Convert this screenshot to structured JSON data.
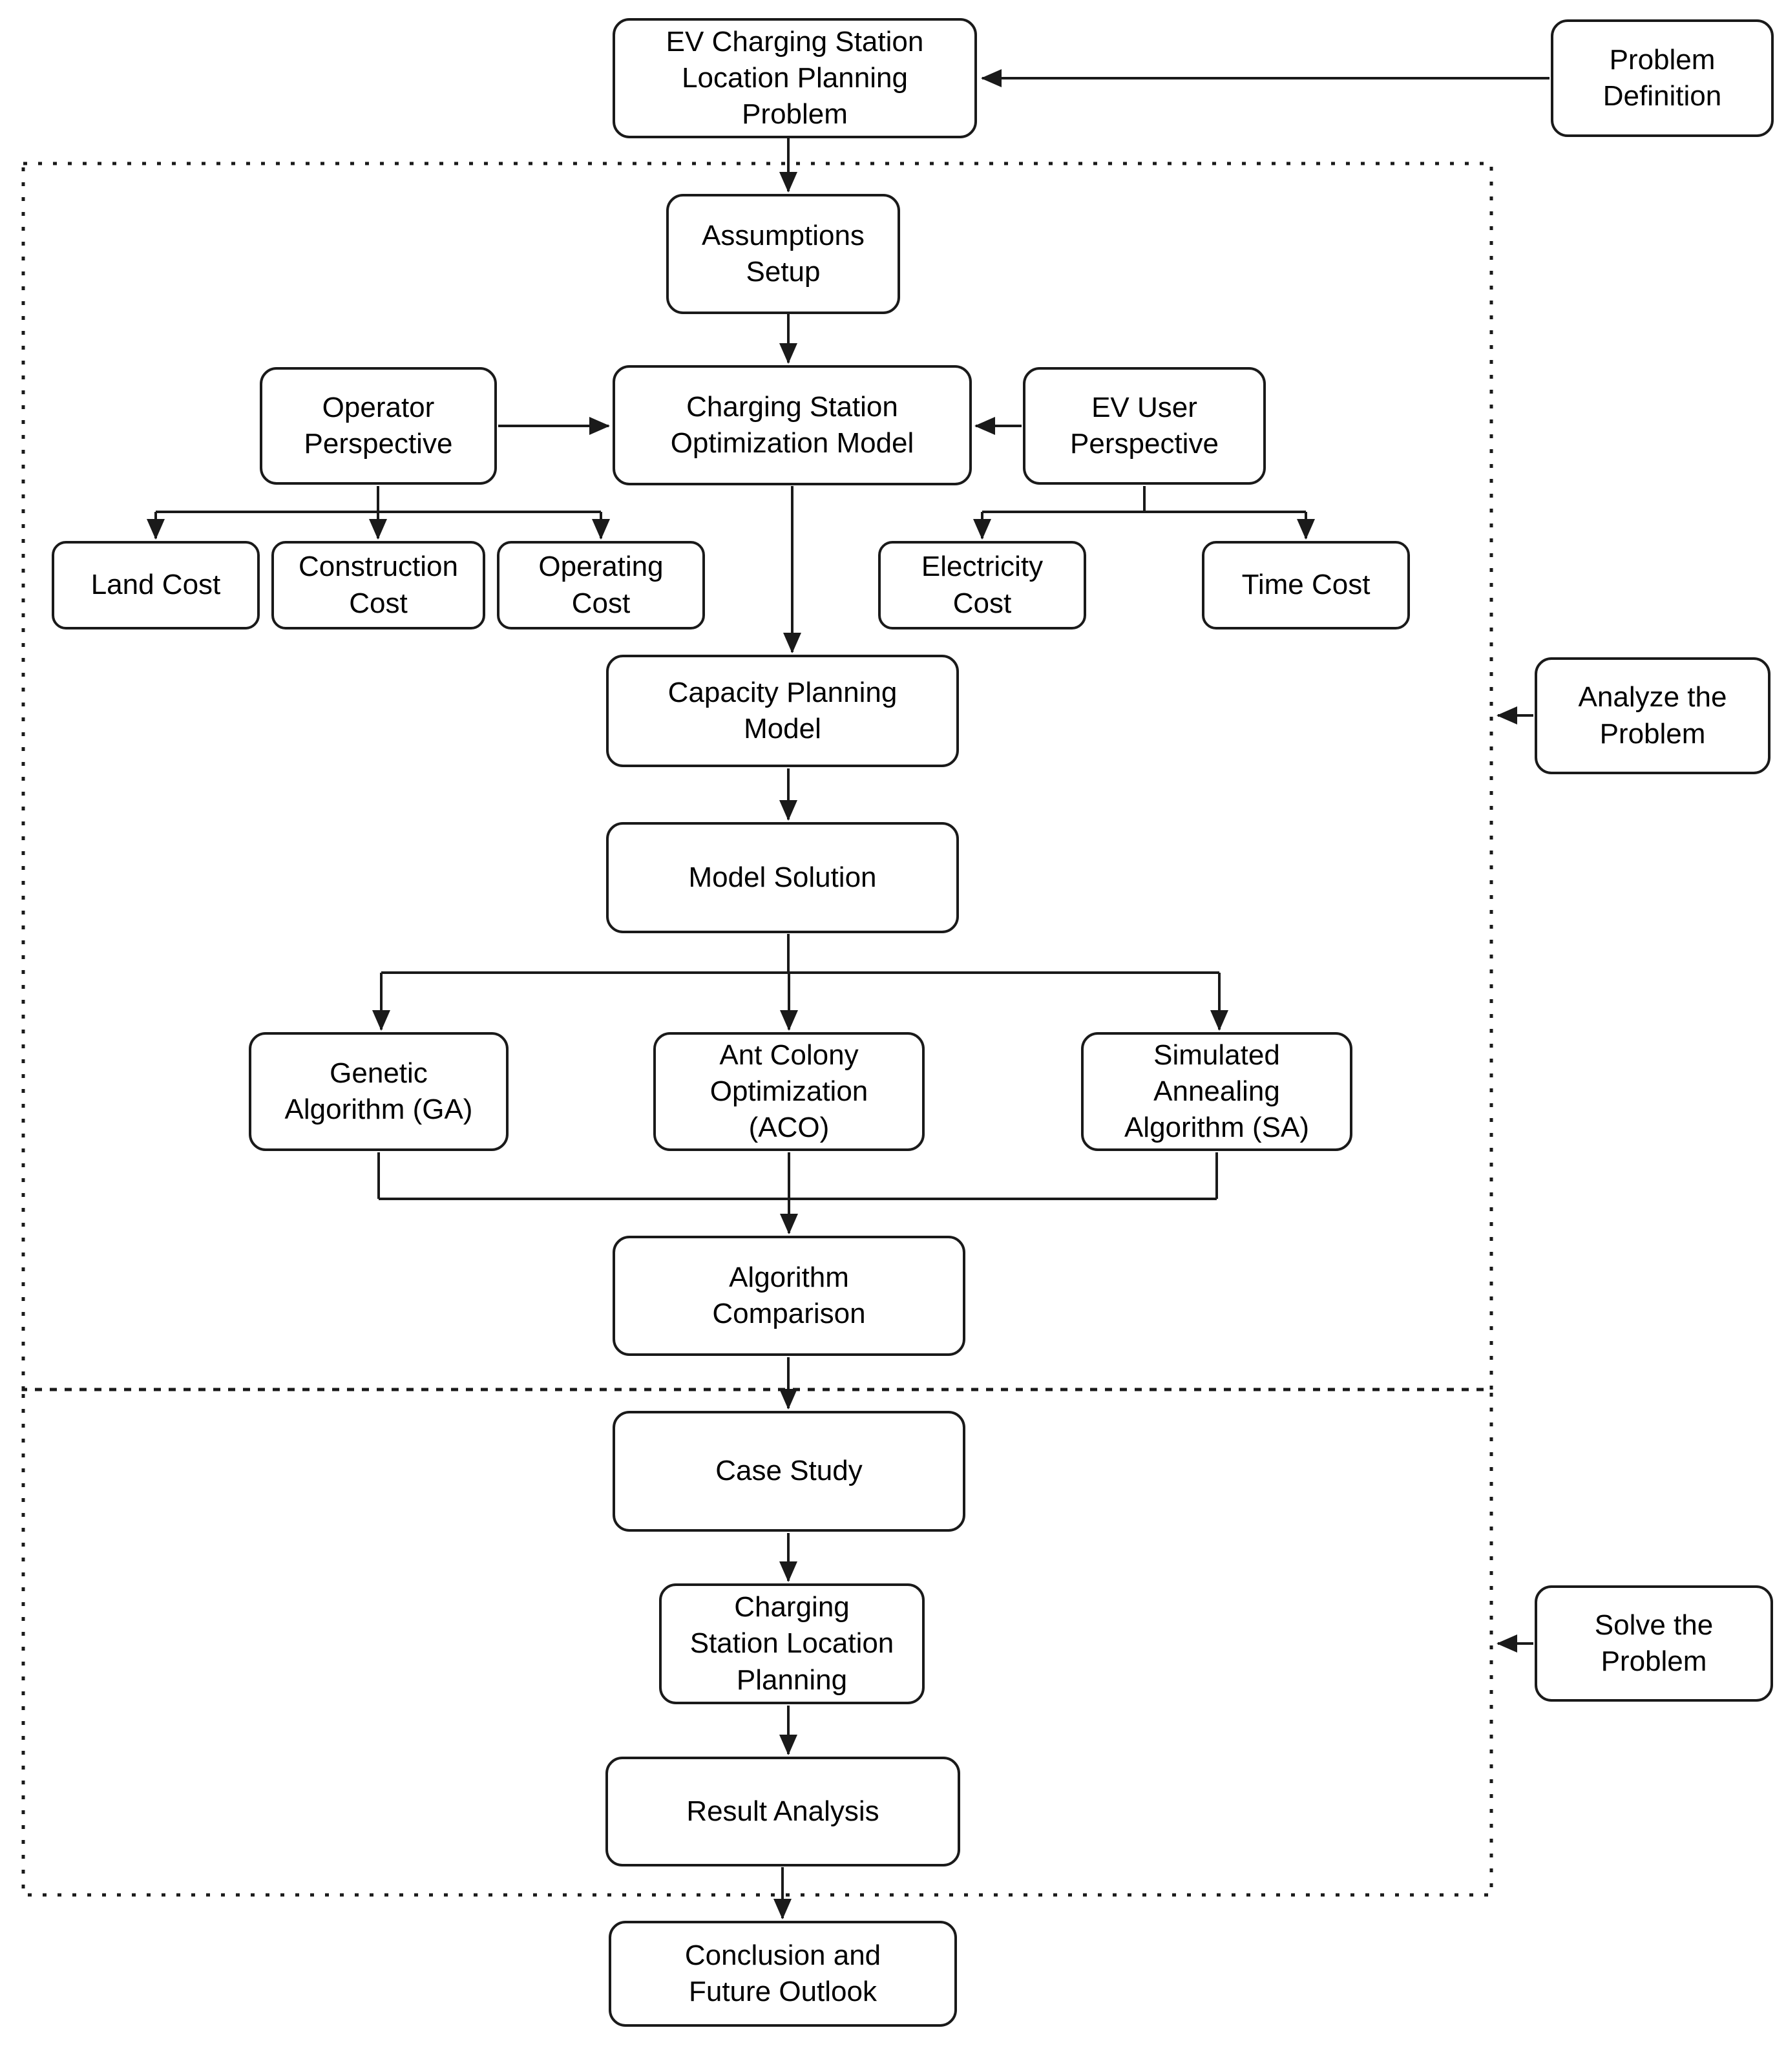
{
  "diagram": {
    "nodes": {
      "problem": {
        "label": "EV Charging Station\nLocation Planning\nProblem"
      },
      "problem_definition": {
        "label": "Problem\nDefinition"
      },
      "assumptions": {
        "label": "Assumptions\nSetup"
      },
      "operator": {
        "label": "Operator\nPerspective"
      },
      "optimization_model": {
        "label": "Charging Station\nOptimization Model"
      },
      "ev_user": {
        "label": "EV User\nPerspective"
      },
      "land_cost": {
        "label": "Land Cost"
      },
      "construction_cost": {
        "label": "Construction\nCost"
      },
      "operating_cost": {
        "label": "Operating\nCost"
      },
      "electricity_cost": {
        "label": "Electricity\nCost"
      },
      "time_cost": {
        "label": "Time Cost"
      },
      "capacity": {
        "label": "Capacity Planning\nModel"
      },
      "model_solution": {
        "label": "Model Solution"
      },
      "ga": {
        "label": "Genetic\nAlgorithm (GA)"
      },
      "aco": {
        "label": "Ant Colony\nOptimization\n(ACO)"
      },
      "sa": {
        "label": "Simulated\nAnnealing\nAlgorithm (SA)"
      },
      "comparison": {
        "label": "Algorithm\nComparison"
      },
      "case_study": {
        "label": "Case Study"
      },
      "station_planning": {
        "label": "Charging\nStation Location\nPlanning"
      },
      "result_analysis": {
        "label": "Result Analysis"
      },
      "conclusion": {
        "label": "Conclusion and\nFuture Outlook"
      },
      "analyze": {
        "label": "Analyze the\nProblem"
      },
      "solve": {
        "label": "Solve the\nProblem"
      }
    },
    "edges": [
      {
        "from": "problem_definition",
        "to": "problem"
      },
      {
        "from": "problem",
        "to": "assumptions"
      },
      {
        "from": "assumptions",
        "to": "optimization_model"
      },
      {
        "from": "operator",
        "to": "optimization_model"
      },
      {
        "from": "ev_user",
        "to": "optimization_model"
      },
      {
        "from": "operator",
        "to": "land_cost"
      },
      {
        "from": "operator",
        "to": "construction_cost"
      },
      {
        "from": "operator",
        "to": "operating_cost"
      },
      {
        "from": "ev_user",
        "to": "electricity_cost"
      },
      {
        "from": "ev_user",
        "to": "time_cost"
      },
      {
        "from": "optimization_model",
        "to": "capacity"
      },
      {
        "from": "capacity",
        "to": "model_solution"
      },
      {
        "from": "model_solution",
        "to": "ga"
      },
      {
        "from": "model_solution",
        "to": "aco"
      },
      {
        "from": "model_solution",
        "to": "sa"
      },
      {
        "from": "ga",
        "to": "comparison"
      },
      {
        "from": "aco",
        "to": "comparison"
      },
      {
        "from": "sa",
        "to": "comparison"
      },
      {
        "from": "comparison",
        "to": "case_study"
      },
      {
        "from": "case_study",
        "to": "station_planning"
      },
      {
        "from": "station_planning",
        "to": "result_analysis"
      },
      {
        "from": "result_analysis",
        "to": "conclusion"
      },
      {
        "from": "analyze",
        "to": "analyze-section-border"
      },
      {
        "from": "solve",
        "to": "solve-section-border"
      }
    ],
    "colors": {
      "node_fill": "#ffffff",
      "node_stroke": "#1a1a1a",
      "connector": "#1a1a1a",
      "text": "#000000"
    }
  }
}
